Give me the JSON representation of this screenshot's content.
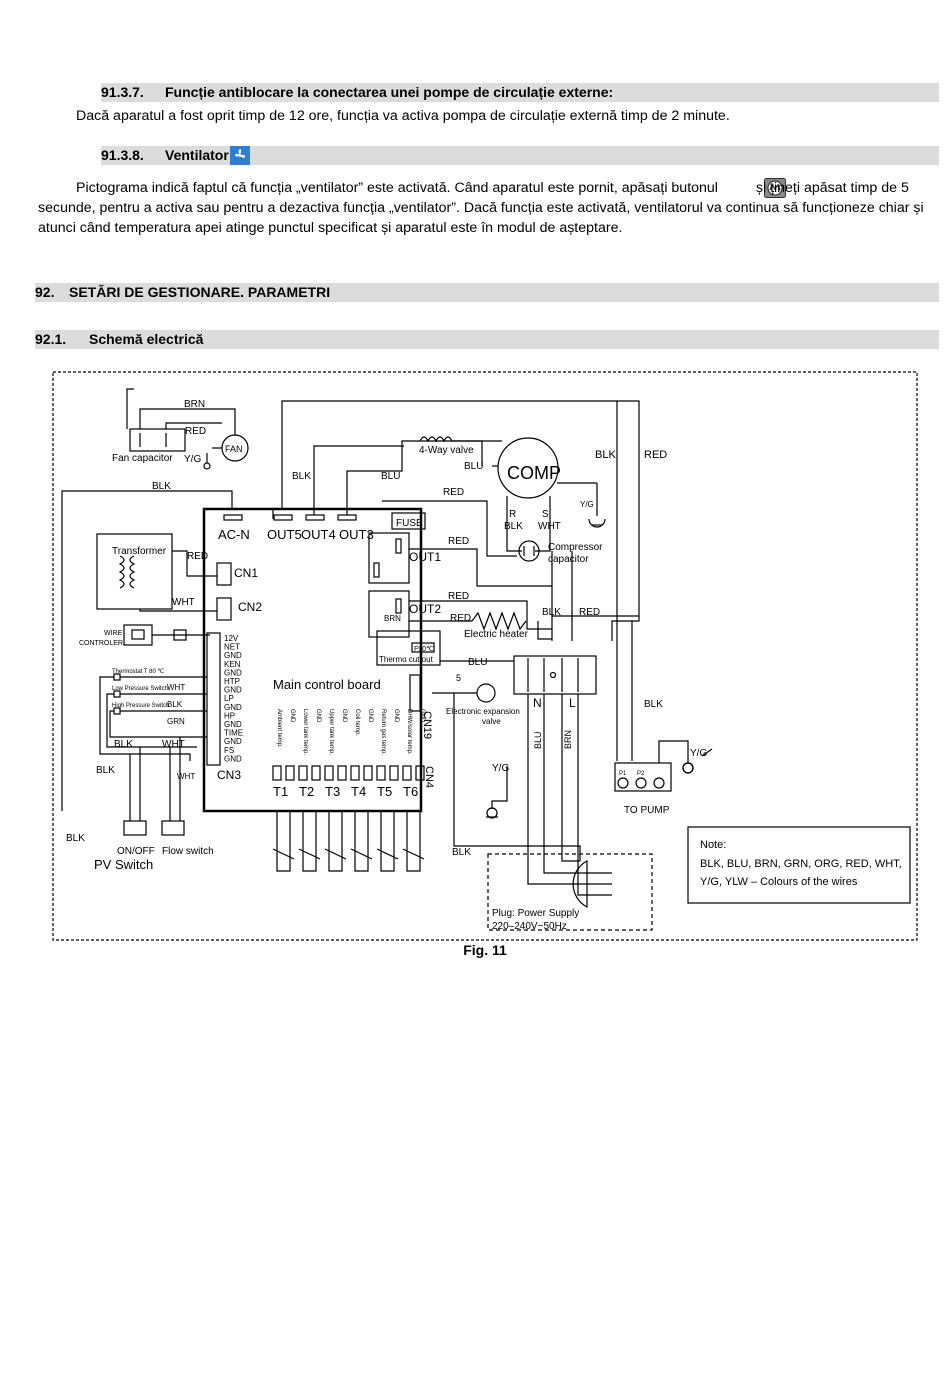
{
  "sec_9137": {
    "number": "91.3.7.",
    "title": "Funcție antiblocare la conectarea unei pompe de circulație externe:",
    "body": "Dacă aparatul a fost oprit timp de 12 ore, funcția va activa pompa de circulație externă timp de 2 minute."
  },
  "sec_9138": {
    "number": "91.3.8.",
    "title": "Ventilator",
    "icon": "fan-icon",
    "body_part1": "Pictograma indică faptul că funcția „ventilator” este activată. Când aparatul este pornit, apăsați butonul",
    "button_icon": "mode-button-icon",
    "body_part2": "și țineți apăsat timp de 5 secunde, pentru a activa sau pentru a dezactiva funcția „ventilator”. Dacă funcția este activată, ventilatorul va continua să funcționeze chiar și atunci când temperatura apei atinge punctul specificat și aparatul este în modul de așteptare."
  },
  "sec_92": {
    "number": "92.",
    "title": "SETĂRI DE GESTIONARE. PARAMETRI"
  },
  "sec_921": {
    "number": "92.1.",
    "title": "Schemă electrică"
  },
  "figure_caption": "Fig. 11",
  "diagram": {
    "fan_capacitor": "Fan capacitor",
    "fan": "FAN",
    "yg": "Y/G",
    "brn": "BRN",
    "red": "RED",
    "blk": "BLK",
    "blu": "BLU",
    "wht": "WHT",
    "grn": "GRN",
    "four_way_valve": "4-Way valve",
    "comp": "COMP",
    "compressor_capacitor_1": "Compressor",
    "compressor_capacitor_2": "capacitor",
    "r": "R",
    "s": "S",
    "transformer": "Transformer",
    "wire_controller_1": "WIRE",
    "wire_controller_2": "CONTROLER",
    "ac_n": "AC-N",
    "out5": "OUT5",
    "out4": "OUT4",
    "out3": "OUT3",
    "fuse": "FUSE",
    "out1": "OUT1",
    "out2": "OUT2",
    "cn1": "CN1",
    "cn2": "CN2",
    "cn3": "CN3",
    "cn4": "CN4",
    "cn19": "CN19",
    "main_board": "Main control board",
    "electric_heater": "Electric heater",
    "thermo_cut_out": "Thermo cut out",
    "f90": "F90℃",
    "exp_valve_1": "Electronic expansion",
    "exp_valve_2": "valve",
    "five": "5",
    "n": "N",
    "l": "L",
    "pins": [
      "12V",
      "NET",
      "GND",
      "KEN",
      "GND",
      "HTP",
      "GND",
      "LP",
      "GND",
      "HP",
      "GND",
      "TIME",
      "GND",
      "FS",
      "GND"
    ],
    "thermostat": "Thermostat T 80 ℃",
    "low_pressure": "Low Pressure Switch",
    "high_pressure": "High Pressure Switch",
    "sensor_labels": [
      "Ambient temp.",
      "GND",
      "Lower tank temp.",
      "GND",
      "Upper tank temp.",
      "GND",
      "Coil temp.",
      "GND",
      "Return gas temp.",
      "GND",
      "DHW/solar temp.",
      "GND"
    ],
    "t_labels": [
      "T1",
      "T2",
      "T3",
      "T4",
      "T5",
      "T6"
    ],
    "on_off": "ON/OFF",
    "flow_switch": "Flow switch",
    "pv_switch": "PV Switch",
    "to_pump": "TO PUMP",
    "p1": "P1",
    "p2": "P2",
    "plug_1": "Plug: Power Supply",
    "plug_2": "220–240V~50Hz",
    "note_title": "Note:",
    "note_1": "BLK, BLU, BRN, GRN, ORG, RED, WHT,",
    "note_2": "Y/G, YLW – Colours of the wires"
  }
}
